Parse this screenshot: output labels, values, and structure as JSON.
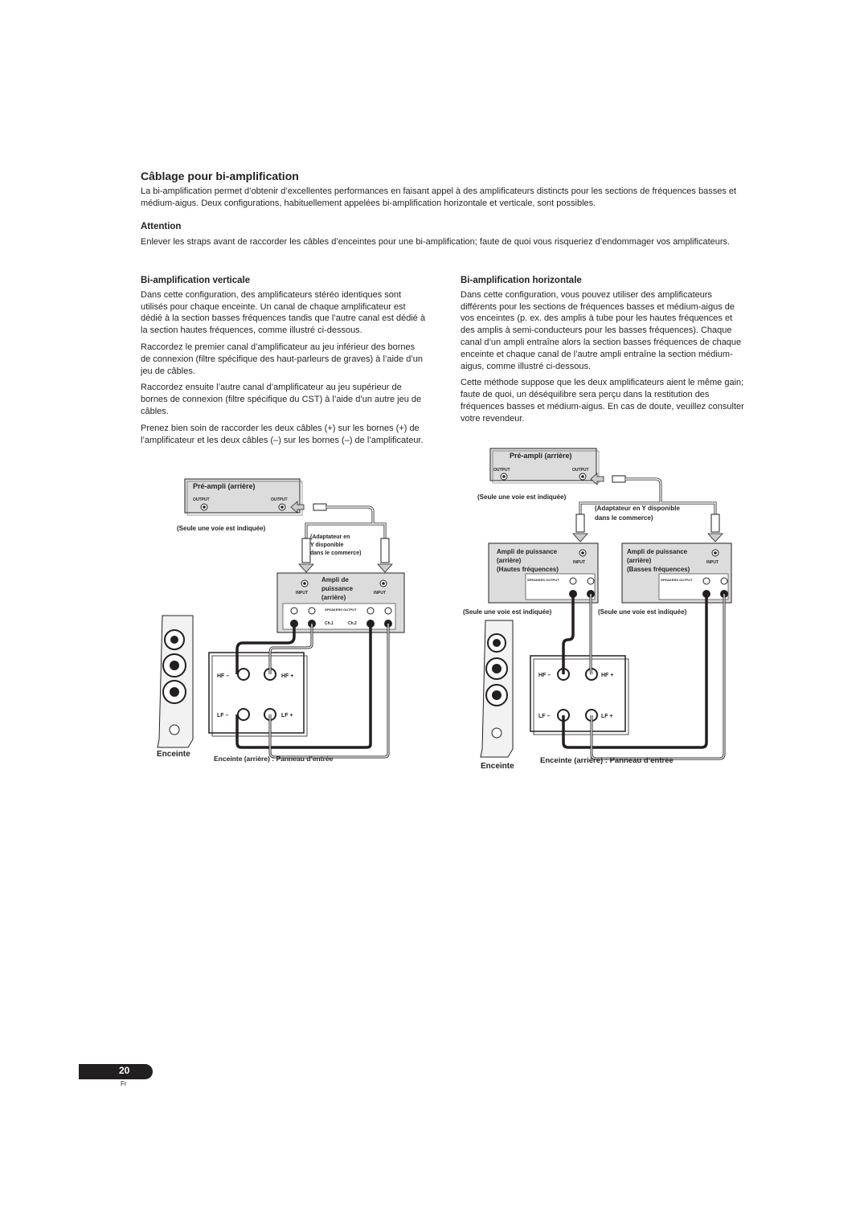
{
  "section": {
    "title": "Câblage pour bi-amplification",
    "intro": "La bi-amplification permet d’obtenir d’excellentes performances en faisant appel à des amplificateurs distincts pour les sections de fréquences basses et médium-aigus. Deux configurations, habituellement appelées bi-amplification horizontale et verticale, sont possibles."
  },
  "attention": {
    "heading": "Attention",
    "text": "Enlever les straps avant de raccorder les câbles d’enceintes pour une bi-amplification; faute de quoi vous risqueriez d’endommager vos amplificateurs."
  },
  "vertical": {
    "heading": "Bi-amplification verticale",
    "paragraphs": [
      "Dans cette configuration, des amplificateurs stéréo identiques sont utilisés pour chaque enceinte. Un canal de chaque amplificateur est dédié à la section basses fréquences tandis que l’autre canal est dédié à la section hautes fréquences, comme illustré ci-dessous.",
      "Raccordez le premier canal d’amplificateur au jeu inférieur des bornes de connexion (filtre spécifique des haut-parleurs de graves) à l’aide d’un jeu de câbles.",
      "Raccordez ensuite l’autre canal d’amplificateur au jeu supérieur de bornes de connexion (filtre spécifique du CST) à l’aide d’un autre jeu de câbles.",
      "Prenez bien soin de raccorder les deux câbles (+) sur les bornes (+) de l’amplificateur et les deux câbles (–) sur les bornes (–) de l’amplificateur."
    ],
    "diagram": {
      "preamp_label": "Pré-ampli (arrière)",
      "output_label": "OUTPUT",
      "one_channel_note": "(Seule une voie est indiquée)",
      "adapter_line1": "(Adaptateur en",
      "adapter_line2": "Y disponible",
      "adapter_line3": "dans le commerce)",
      "amp_line1": "Ampli de",
      "amp_line2": "puissance",
      "amp_line3": "(arrière)",
      "input_label": "INPUT",
      "speakers_output": "SPEAKERS OUTPUT",
      "ch1": "Ch.1",
      "ch2": "Ch.2",
      "hf_minus": "HF –",
      "hf_plus": "HF +",
      "lf_minus": "LF –",
      "lf_plus": "LF +",
      "speaker_label": "Enceinte",
      "panel_label": "Enceinte (arrière) : Panneau d’entrée"
    }
  },
  "horizontal": {
    "heading": "Bi-amplification horizontale",
    "paragraphs": [
      "Dans cette configuration, vous pouvez utiliser des amplificateurs différents pour les sections de fréquences basses et médium-aigus de vos enceintes (p. ex. des amplis à tube pour les hautes fréquences et des amplis à semi-conducteurs pour les basses fréquences). Chaque canal d’un ampli entraîne alors la section basses fréquences de chaque enceinte et chaque canal de l’autre ampli entraîne la section médium-aigus, comme illustré ci-dessous.",
      "Cette méthode suppose que les deux amplificateurs aient le même gain; faute de quoi, un déséquilibre sera perçu dans la restitution des fréquences basses et médium-aigus. En cas de doute, veuillez consulter votre revendeur."
    ],
    "diagram": {
      "preamp_label": "Pré-ampli (arrière)",
      "output_label": "OUTPUT",
      "one_channel_note": "(Seule une voie est indiquée)",
      "adapter_line1": "(Adaptateur en Y disponible",
      "adapter_line2": "dans le commerce)",
      "amp_hf_line1": "Ampli de puissance",
      "amp_hf_line2": "(arrière)",
      "amp_hf_line3": "(Hautes fréquences)",
      "amp_lf_line1": "Ampli de puissance",
      "amp_lf_line2": "(arrière)",
      "amp_lf_line3": "(Basses fréquences)",
      "input_label": "INPUT",
      "speakers_output": "SPEAKERS OUTPUT",
      "hf_minus": "HF –",
      "hf_plus": "HF +",
      "lf_minus": "LF –",
      "lf_plus": "LF +",
      "speaker_label": "Enceinte",
      "panel_label": "Enceinte (arrière) : Panneau d’entrée"
    }
  },
  "footer": {
    "page_number": "20",
    "language": "Fr"
  }
}
